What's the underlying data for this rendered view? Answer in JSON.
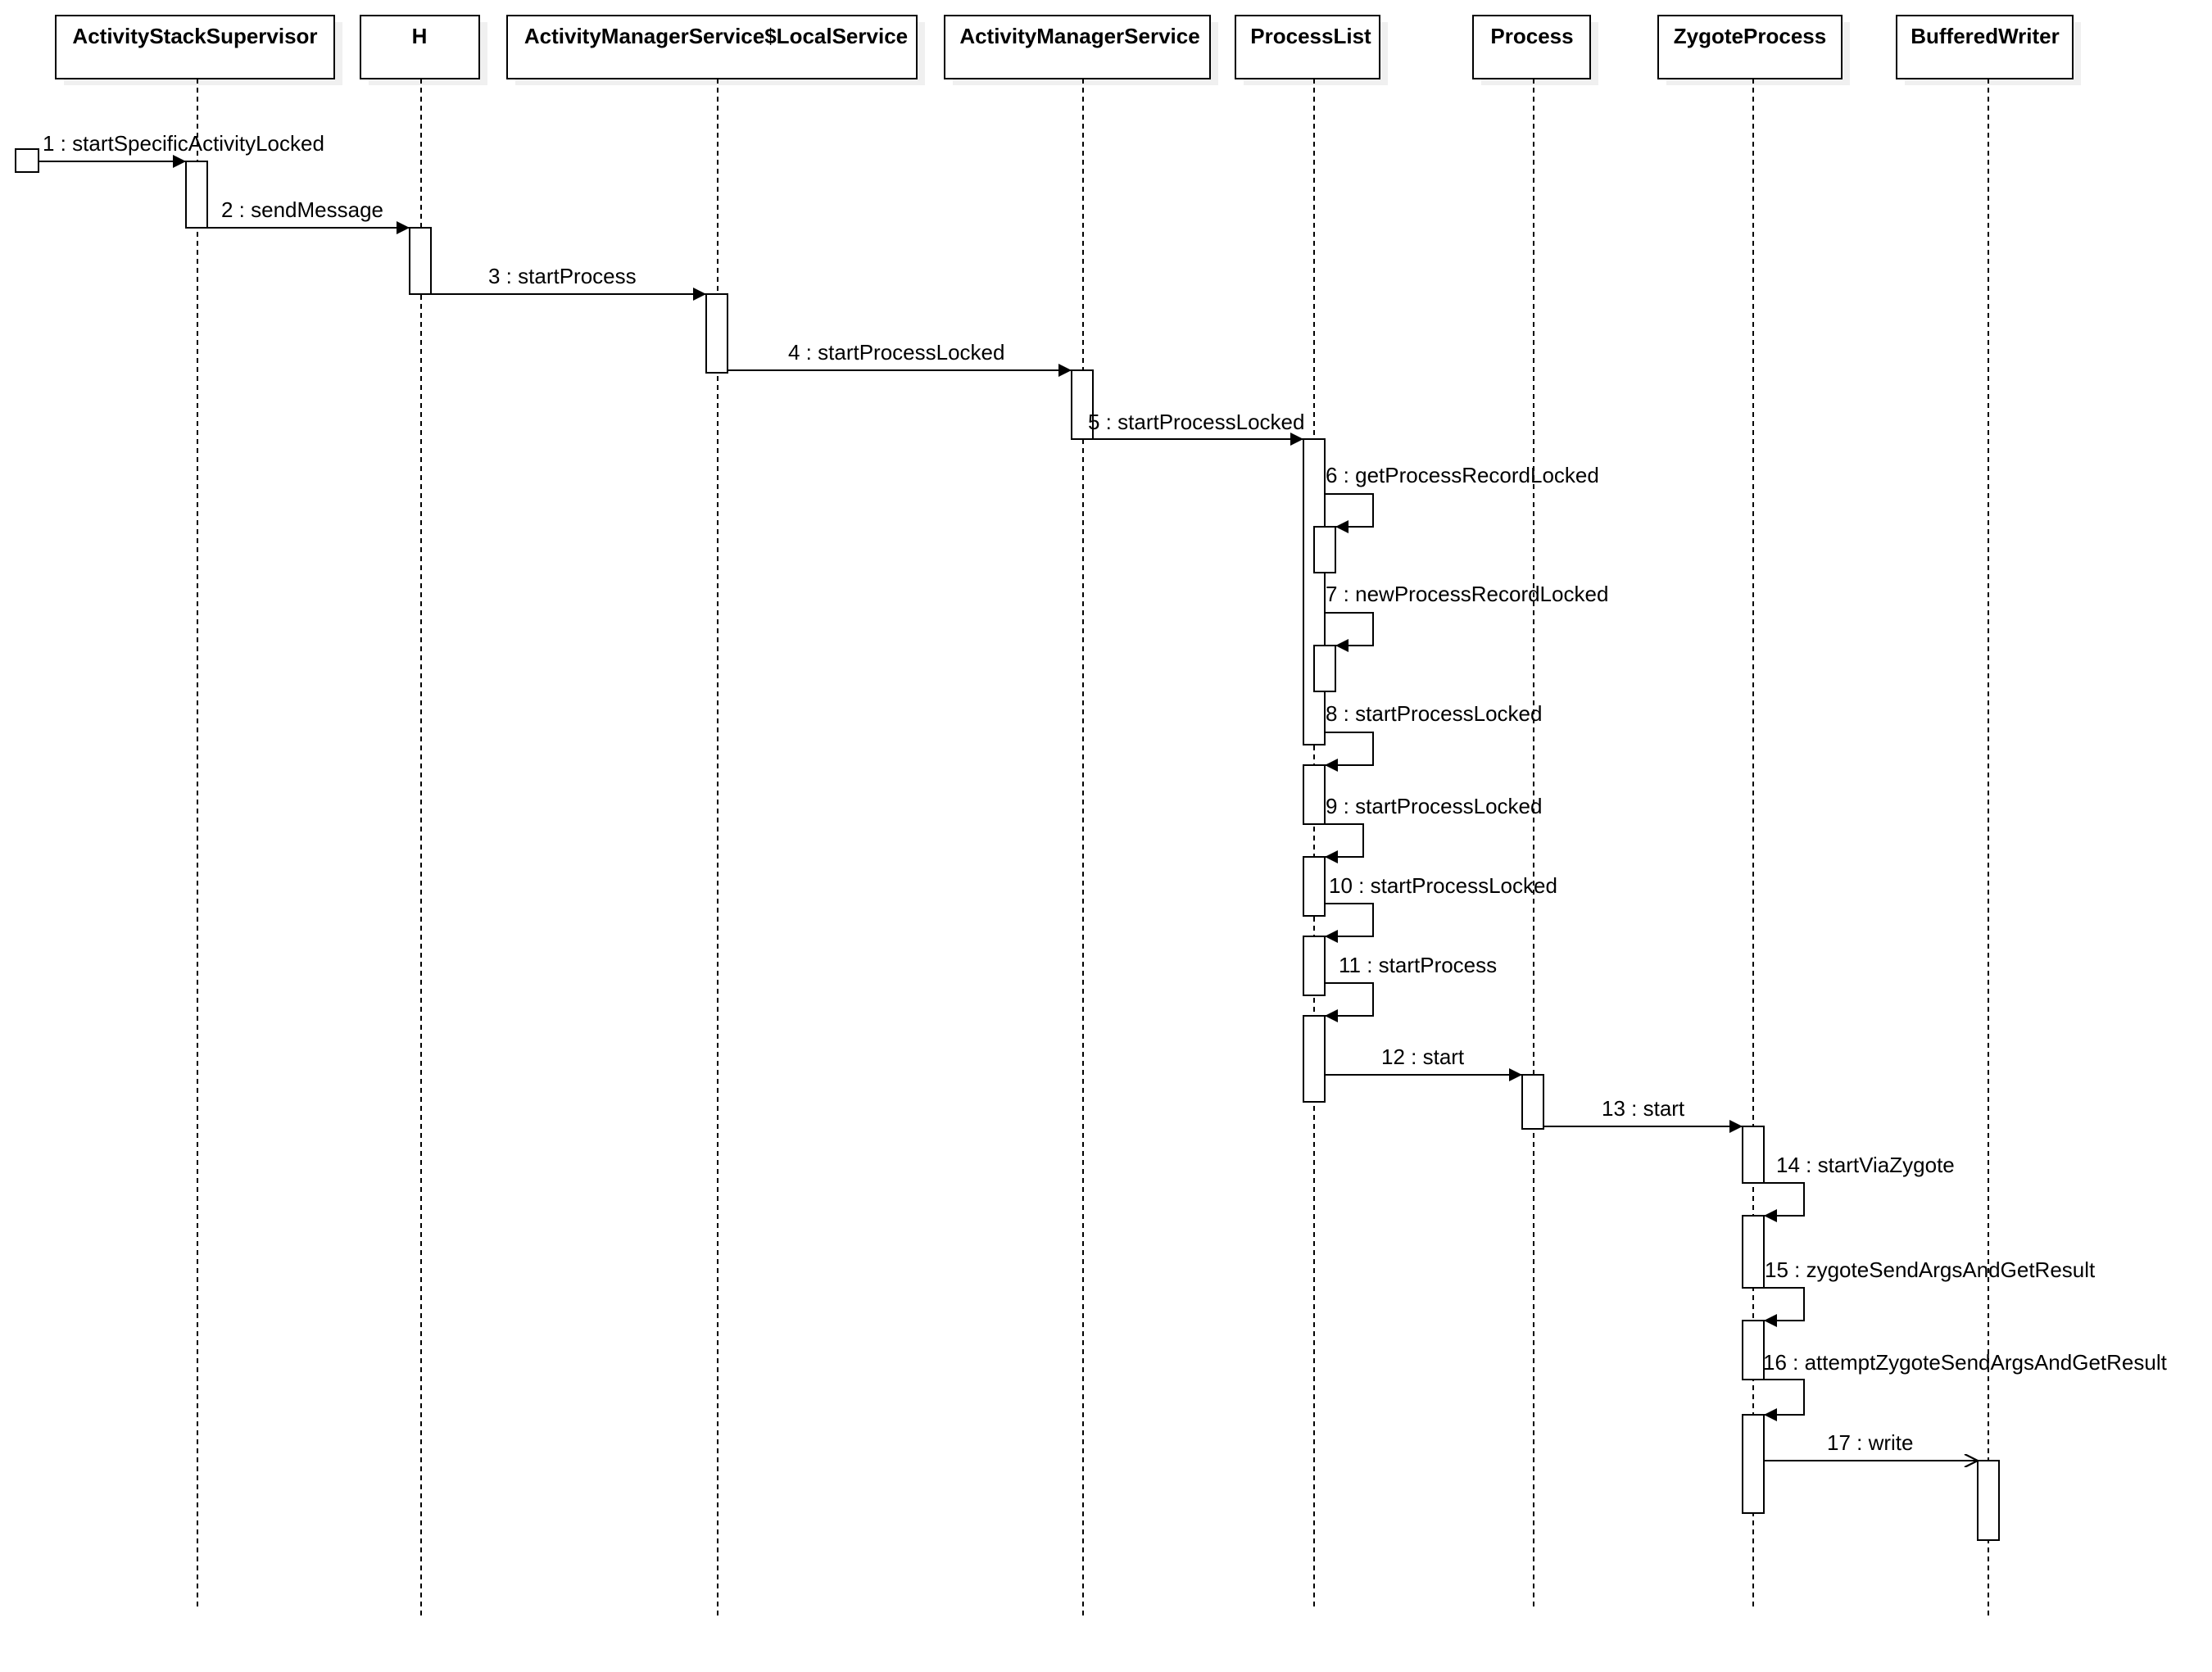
{
  "diagram": {
    "type": "uml-sequence",
    "participants": [
      {
        "id": "ass",
        "name": "ActivityStackSupervisor"
      },
      {
        "id": "h",
        "name": "H"
      },
      {
        "id": "amsls",
        "name": "ActivityManagerService$LocalService"
      },
      {
        "id": "ams",
        "name": "ActivityManagerService"
      },
      {
        "id": "pl",
        "name": "ProcessList"
      },
      {
        "id": "proc",
        "name": "Process"
      },
      {
        "id": "zp",
        "name": "ZygoteProcess"
      },
      {
        "id": "bw",
        "name": "BufferedWriter"
      }
    ],
    "messages": [
      {
        "label": "1 : startSpecificActivityLocked",
        "from": "external",
        "to": "ass",
        "kind": "sync"
      },
      {
        "label": "2 : sendMessage",
        "from": "ass",
        "to": "h",
        "kind": "sync"
      },
      {
        "label": "3 : startProcess",
        "from": "h",
        "to": "amsls",
        "kind": "sync"
      },
      {
        "label": "4 : startProcessLocked",
        "from": "amsls",
        "to": "ams",
        "kind": "sync"
      },
      {
        "label": "5 : startProcessLocked",
        "from": "ams",
        "to": "pl",
        "kind": "sync"
      },
      {
        "label": "6 : getProcessRecordLocked",
        "from": "pl",
        "to": "pl",
        "kind": "self"
      },
      {
        "label": "7 : newProcessRecordLocked",
        "from": "pl",
        "to": "pl",
        "kind": "self"
      },
      {
        "label": "8 : startProcessLocked",
        "from": "pl",
        "to": "pl",
        "kind": "self"
      },
      {
        "label": "9 : startProcessLocked",
        "from": "pl",
        "to": "pl",
        "kind": "self"
      },
      {
        "label": "10 : startProcessLocked",
        "from": "pl",
        "to": "pl",
        "kind": "self"
      },
      {
        "label": "11 : startProcess",
        "from": "pl",
        "to": "pl",
        "kind": "self"
      },
      {
        "label": "12 : start",
        "from": "pl",
        "to": "proc",
        "kind": "sync"
      },
      {
        "label": "13 : start",
        "from": "proc",
        "to": "zp",
        "kind": "sync"
      },
      {
        "label": "14 : startViaZygote",
        "from": "zp",
        "to": "zp",
        "kind": "self"
      },
      {
        "label": "15 : zygoteSendArgsAndGetResult",
        "from": "zp",
        "to": "zp",
        "kind": "self"
      },
      {
        "label": "16 : attemptZygoteSendArgsAndGetResult",
        "from": "zp",
        "to": "zp",
        "kind": "self"
      },
      {
        "label": "17 : write",
        "from": "zp",
        "to": "bw",
        "kind": "async"
      }
    ]
  }
}
